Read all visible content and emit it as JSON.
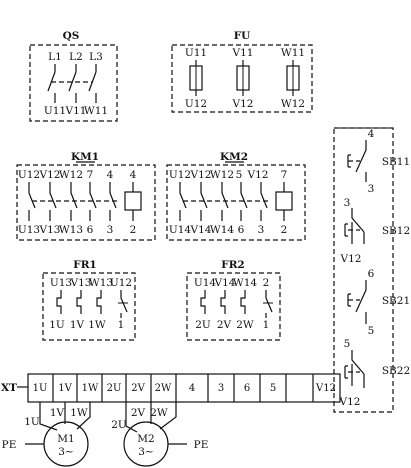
{
  "qs": {
    "title": "QS",
    "top": [
      "L1",
      "L2",
      "L3"
    ],
    "bottom": [
      "U11",
      "V11",
      "W11"
    ]
  },
  "fu": {
    "title": "FU",
    "top": [
      "U11",
      "V11",
      "W11"
    ],
    "bottom": [
      "U12",
      "V12",
      "W12"
    ]
  },
  "km1": {
    "title": "KM1",
    "top": [
      "U12",
      "V12",
      "W12",
      "7",
      "4",
      "4"
    ],
    "bottom": [
      "U13",
      "V13",
      "W13",
      "6",
      "3",
      "2"
    ]
  },
  "km2": {
    "title": "KM2",
    "top": [
      "U12",
      "V12",
      "W12",
      "5",
      "V12",
      "7"
    ],
    "bottom": [
      "U14",
      "V14",
      "W14",
      "6",
      "3",
      "2"
    ]
  },
  "fr1": {
    "title": "FR1",
    "top": [
      "U13",
      "V13",
      "W13",
      "U12"
    ],
    "bottom": [
      "1U",
      "1V",
      "1W",
      "1"
    ]
  },
  "fr2": {
    "title": "FR2",
    "top": [
      "U14",
      "V14",
      "W14",
      "2"
    ],
    "bottom": [
      "2U",
      "2V",
      "2W",
      "1"
    ]
  },
  "buttons": {
    "sb11": {
      "name": "SB11",
      "top": "4",
      "bottom": "3"
    },
    "sb12": {
      "name": "SB12",
      "top": "3",
      "bottom": "V12"
    },
    "sb21": {
      "name": "SB21",
      "top": "6",
      "bottom": "5"
    },
    "sb22": {
      "name": "SB22",
      "top": "5",
      "bottom": "V12"
    }
  },
  "xt": {
    "label": "XT",
    "cells": [
      "1U",
      "1V",
      "1W",
      "2U",
      "2V",
      "2W",
      "4",
      "3",
      "6",
      "5",
      "V12"
    ]
  },
  "m1": {
    "name": "M1",
    "sub": "3~",
    "leads": [
      "1U",
      "1V",
      "1W"
    ],
    "pe": "PE"
  },
  "m2": {
    "name": "M2",
    "sub": "3~",
    "leads": [
      "2U",
      "2V",
      "2W"
    ],
    "pe": "PE"
  }
}
